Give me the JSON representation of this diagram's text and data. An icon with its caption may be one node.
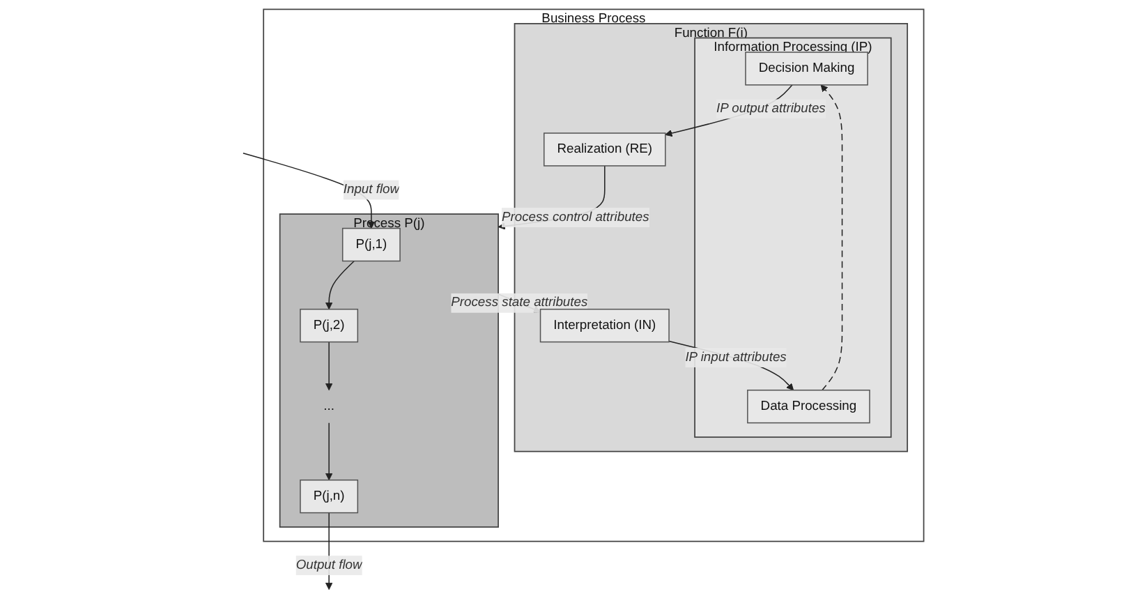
{
  "diagram": {
    "nodes": [
      {
        "text": [
          "Business Process"
        ]
      },
      {
        "text": [
          "Function F(i)"
        ],
        "in": 0
      },
      {
        "text": [
          "Information Processing (IP)"
        ],
        "in": 1
      },
      {
        "text": [
          "Decision Making"
        ],
        "in": 2
      },
      {
        "text": [
          "Data Processing"
        ],
        "in": 2
      },
      {
        "text": [
          "Realization (RE)"
        ],
        "in": 1
      },
      {
        "text": [
          "Interpretation (IN)"
        ],
        "in": 1
      },
      {
        "text": [
          "Process P(j)"
        ],
        "in": 0
      },
      {
        "text": [
          "P(j,1)"
        ],
        "in": 7
      },
      {
        "text": [
          "P(j,2)"
        ],
        "in": 7
      },
      {
        "text": [
          "..."
        ],
        "in": 7
      },
      {
        "text": [
          "P(j,n)"
        ],
        "in": 7
      }
    ],
    "edges": [
      {
        "from": 4,
        "to": 3,
        "arrow": "to",
        "style": "dashed"
      },
      {
        "from": 3,
        "to": 5,
        "arrow": "to",
        "label": "IP output attributes"
      },
      {
        "from": 5,
        "to": 7,
        "arrow": "to",
        "label": "Process control attributes"
      },
      {
        "from": 7,
        "to": 6,
        "arrow": "to",
        "label": "Process state attributes"
      },
      {
        "from": 6,
        "to": 4,
        "arrow": "to",
        "label": "IP input attributes"
      },
      {
        "from": null,
        "to": 8,
        "arrow": "to",
        "label": "Input flow"
      },
      {
        "from": 8,
        "to": 9,
        "arrow": "to"
      },
      {
        "from": 9,
        "to": 10,
        "arrow": "to"
      },
      {
        "from": 10,
        "to": 11,
        "arrow": "to"
      },
      {
        "from": 11,
        "to": null,
        "arrow": "to",
        "label": "Output flow"
      }
    ]
  }
}
